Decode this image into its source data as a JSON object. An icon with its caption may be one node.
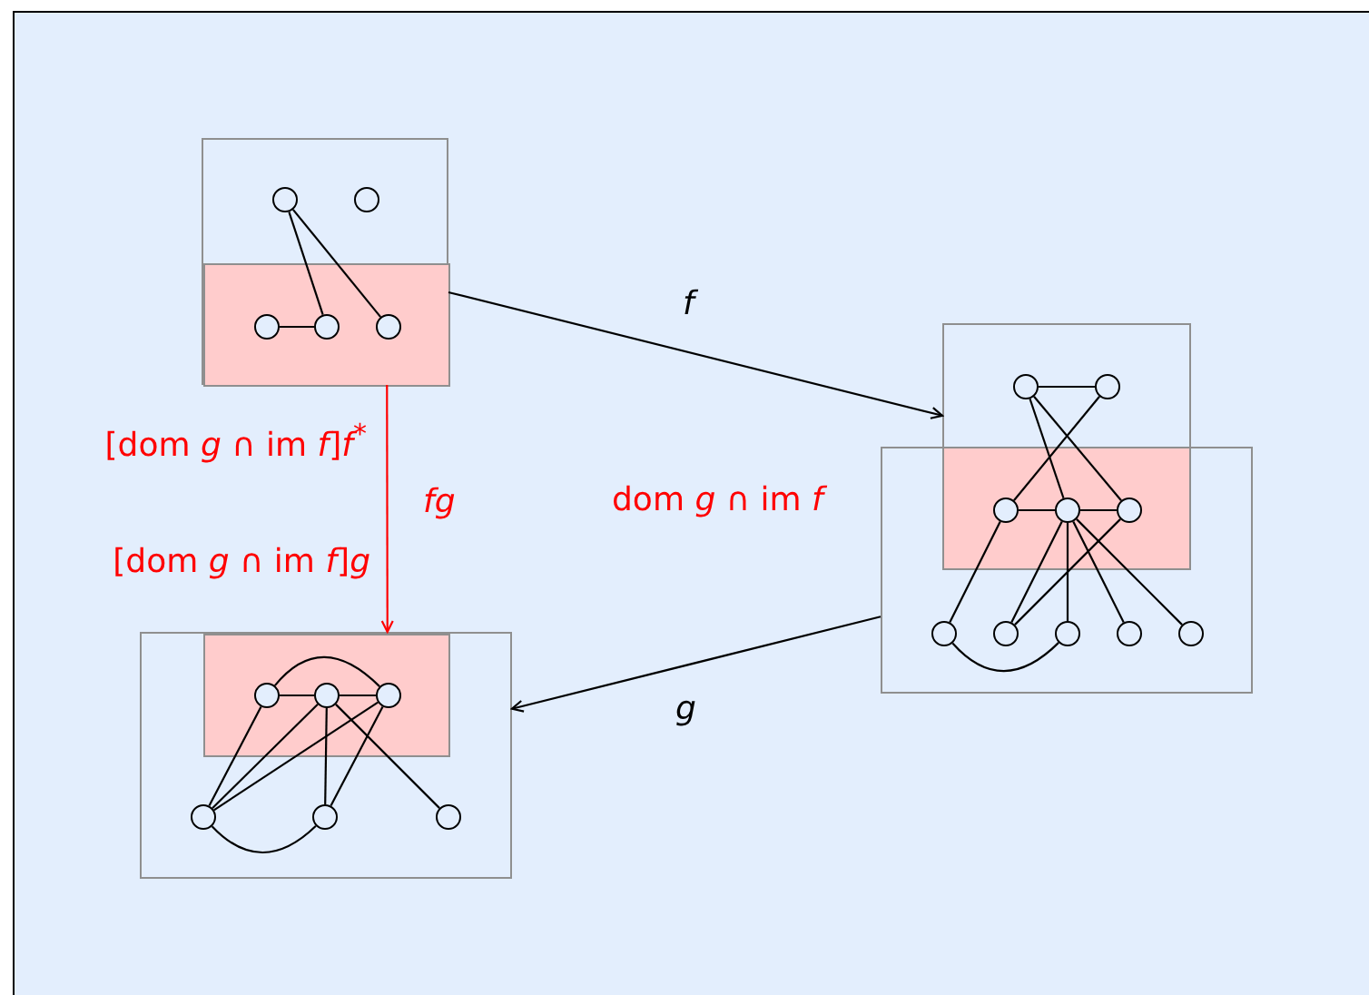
{
  "diagram": {
    "nodes": [
      {
        "text": [],
        "shape": "box"
      },
      {
        "text": [],
        "shape": "box",
        "in": 0
      },
      {
        "text": [],
        "shape": "circle",
        "in": 0
      },
      {
        "text": [],
        "shape": "circle",
        "in": 0
      },
      {
        "text": [],
        "shape": "circle",
        "in": 1
      },
      {
        "text": [],
        "shape": "circle",
        "in": 1
      },
      {
        "text": [],
        "shape": "circle",
        "in": 1
      },
      {
        "text": [],
        "shape": "box"
      },
      {
        "text": [],
        "shape": "box"
      },
      {
        "text": [],
        "shape": "box"
      },
      {
        "text": [],
        "shape": "circle",
        "in": 7
      },
      {
        "text": [],
        "shape": "circle",
        "in": 7
      },
      {
        "text": [],
        "shape": "circle",
        "in": 9
      },
      {
        "text": [],
        "shape": "circle",
        "in": 9
      },
      {
        "text": [],
        "shape": "circle",
        "in": 9
      },
      {
        "text": [],
        "shape": "circle",
        "in": 8
      },
      {
        "text": [],
        "shape": "circle",
        "in": 8
      },
      {
        "text": [],
        "shape": "circle",
        "in": 8
      },
      {
        "text": [],
        "shape": "circle",
        "in": 8
      },
      {
        "text": [],
        "shape": "circle",
        "in": 8
      },
      {
        "text": [],
        "shape": "box"
      },
      {
        "text": [],
        "shape": "box",
        "in": 20
      },
      {
        "text": [],
        "shape": "circle",
        "in": 21
      },
      {
        "text": [],
        "shape": "circle",
        "in": 21
      },
      {
        "text": [],
        "shape": "circle",
        "in": 21
      },
      {
        "text": [],
        "shape": "circle",
        "in": 20
      },
      {
        "text": [],
        "shape": "circle",
        "in": 20
      },
      {
        "text": [],
        "shape": "circle",
        "in": 20
      }
    ],
    "edges": [
      {
        "from": 2,
        "to": 5,
        "arrow": "none"
      },
      {
        "from": 2,
        "to": 6,
        "arrow": "none"
      },
      {
        "from": 4,
        "to": 5,
        "arrow": "none"
      },
      {
        "from": 10,
        "to": 11,
        "arrow": "none"
      },
      {
        "from": 10,
        "to": 13,
        "arrow": "none"
      },
      {
        "from": 10,
        "to": 14,
        "arrow": "none"
      },
      {
        "from": 11,
        "to": 12,
        "arrow": "none"
      },
      {
        "from": 12,
        "to": 13,
        "arrow": "none"
      },
      {
        "from": 13,
        "to": 14,
        "arrow": "none"
      },
      {
        "from": 12,
        "to": 15,
        "arrow": "none"
      },
      {
        "from": 13,
        "to": 16,
        "arrow": "none"
      },
      {
        "from": 14,
        "to": 16,
        "arrow": "none"
      },
      {
        "from": 13,
        "to": 17,
        "arrow": "none"
      },
      {
        "from": 13,
        "to": 18,
        "arrow": "none"
      },
      {
        "from": 13,
        "to": 19,
        "arrow": "none"
      },
      {
        "from": 15,
        "to": 17,
        "arrow": "none"
      },
      {
        "from": 22,
        "to": 23,
        "arrow": "none"
      },
      {
        "from": 23,
        "to": 24,
        "arrow": "none"
      },
      {
        "from": 22,
        "to": 24,
        "arrow": "none"
      },
      {
        "from": 22,
        "to": 25,
        "arrow": "none"
      },
      {
        "from": 23,
        "to": 25,
        "arrow": "none"
      },
      {
        "from": 24,
        "to": 25,
        "arrow": "none"
      },
      {
        "from": 23,
        "to": 26,
        "arrow": "none"
      },
      {
        "from": 24,
        "to": 26,
        "arrow": "none"
      },
      {
        "from": 23,
        "to": 27,
        "arrow": "none"
      },
      {
        "from": 25,
        "to": 26,
        "arrow": "none"
      },
      {
        "from": 0,
        "to": 7,
        "arrow": "to",
        "label": "f"
      },
      {
        "from": 8,
        "to": 20,
        "arrow": "to",
        "label": "g"
      },
      {
        "from": 0,
        "to": 20,
        "arrow": "to",
        "label": "fg",
        "color": "#ff0000"
      }
    ],
    "labels": [
      "[dom *g* ∩ im *f*]*f*$^{*}$",
      "[dom *g* ∩ im *f*]*g*",
      "dom *g* ∩ im *f*"
    ]
  }
}
